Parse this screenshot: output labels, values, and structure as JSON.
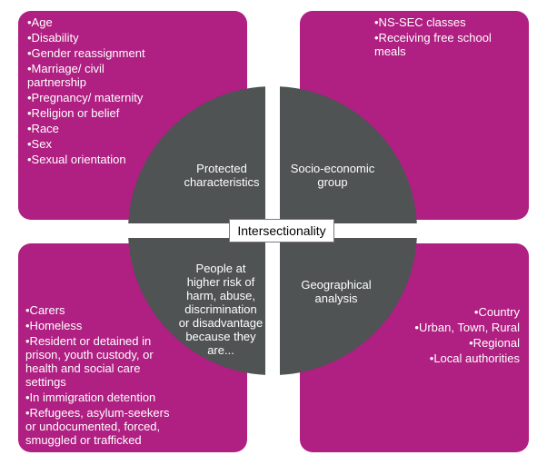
{
  "colors": {
    "quadrant_fill": "#b01f82",
    "circle_fill": "#4f5353",
    "text_on_dark": "#ffffff"
  },
  "center_label": "Intersectionality",
  "quadrants": {
    "top_left": {
      "items": [
        "•Age",
        "•Disability",
        "•Gender reassignment",
        "•Marriage/ civil partnership",
        "•Pregnancy/ maternity",
        "•Religion or belief",
        "•Race",
        "•Sex",
        "•Sexual orientation"
      ]
    },
    "top_right": {
      "items": [
        "•NS-SEC classes",
        "•Receiving free school meals"
      ]
    },
    "bottom_left": {
      "items": [
        "•Carers",
        "•Homeless",
        "•Resident or detained in prison, youth custody, or health and social care settings",
        "•In immigration detention",
        "•Refugees, asylum-seekers or undocumented, forced, smuggled or trafficked"
      ]
    },
    "bottom_right": {
      "items": [
        "•Country",
        "•Urban, Town, Rural",
        "•Regional",
        "•Local authorities"
      ]
    }
  },
  "wedges": {
    "top_left": "Protected characteristics",
    "top_right": "Socio-economic group",
    "bottom_left": "People at higher risk of harm, abuse, discrimination or disadvantage because they are...",
    "bottom_right": "Geographical analysis"
  }
}
